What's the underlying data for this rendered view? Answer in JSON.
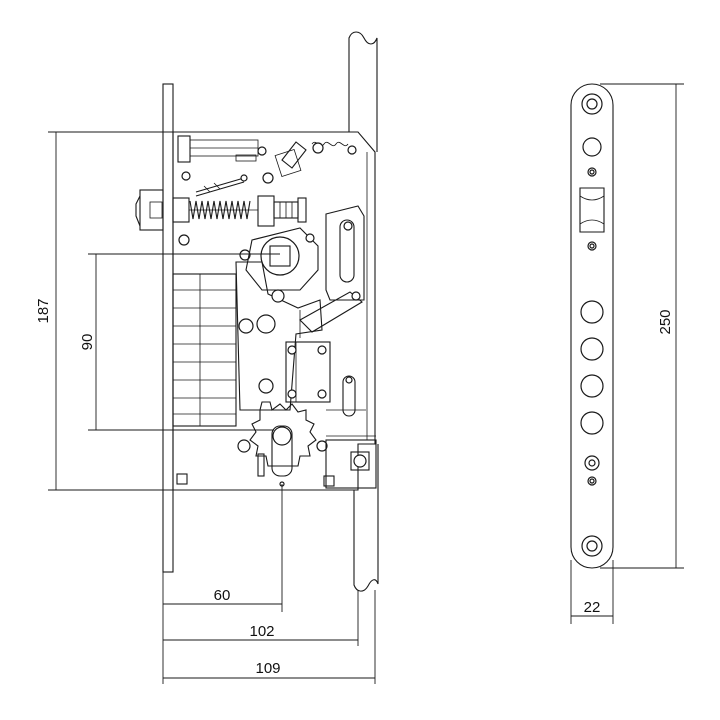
{
  "dimensions": {
    "lock_height": "187",
    "handle_to_key": "90",
    "backset": "60",
    "body_depth": "102",
    "total_depth": "109",
    "faceplate_length": "250",
    "faceplate_width": "22"
  }
}
